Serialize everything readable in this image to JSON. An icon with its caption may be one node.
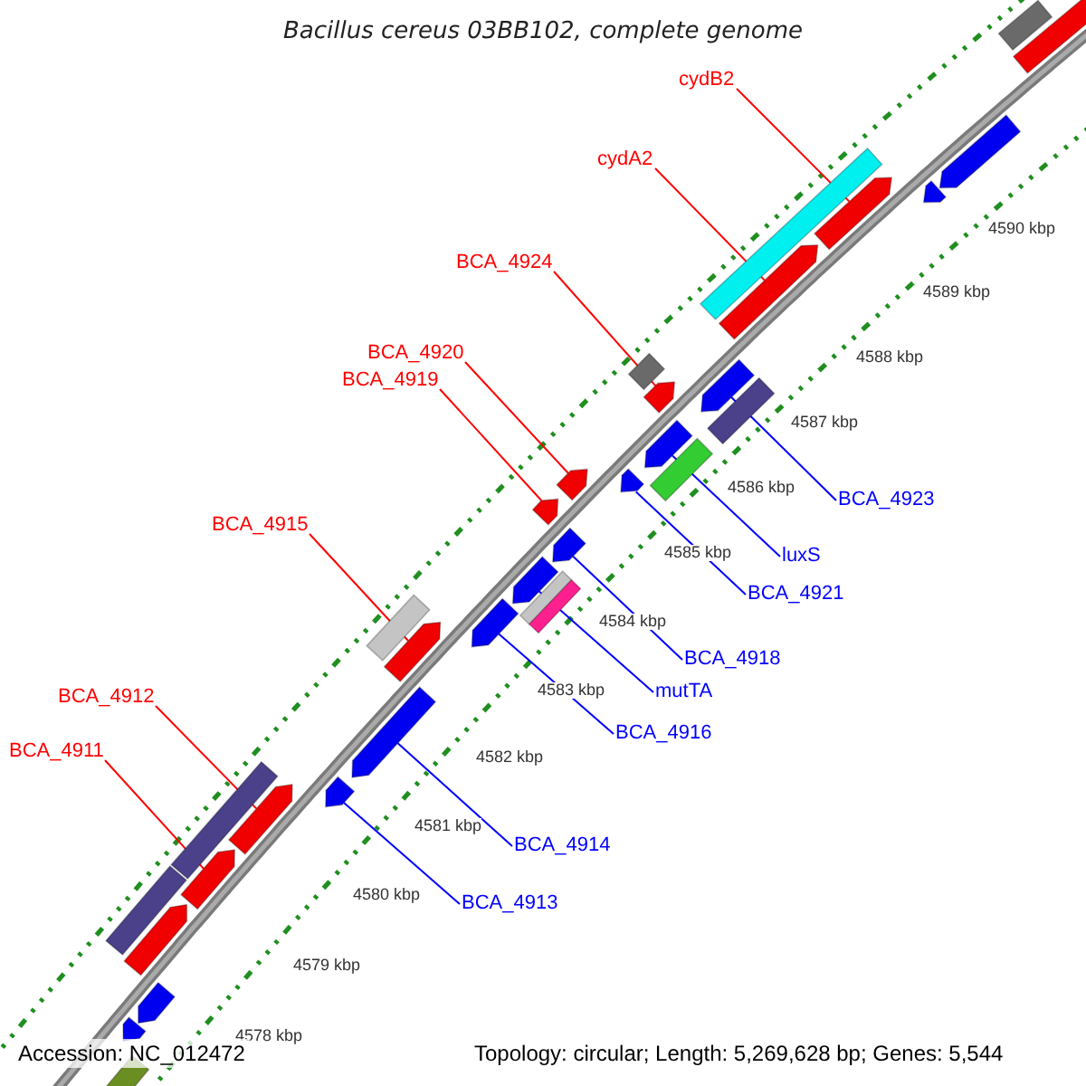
{
  "diagram": {
    "title": "Bacillus cereus 03BB102, complete genome",
    "nodes": [
      {
        "text": [
          "cydB2"
        ]
      },
      {
        "text": [
          "cydA2"
        ]
      },
      {
        "text": [
          "BCA_4924"
        ]
      },
      {
        "text": [
          "BCA_4920"
        ]
      },
      {
        "text": [
          "BCA_4919"
        ]
      },
      {
        "text": [
          "BCA_4923"
        ]
      },
      {
        "text": [
          "BCA_4915"
        ]
      },
      {
        "text": [
          "luxS"
        ]
      },
      {
        "text": [
          "BCA_4921"
        ]
      },
      {
        "text": [
          "BCA_4918"
        ]
      },
      {
        "text": [
          "mutTA"
        ]
      },
      {
        "text": [
          "BCA_4912"
        ]
      },
      {
        "text": [
          "BCA_4916"
        ]
      },
      {
        "text": [
          "BCA_4911"
        ]
      },
      {
        "text": [
          "BCA_4914"
        ]
      },
      {
        "text": [
          "BCA_4913"
        ]
      },
      {
        "text": [],
        "shape": "arrow"
      },
      {
        "text": [],
        "shape": "arrow"
      },
      {
        "text": [],
        "shape": "arrow"
      },
      {
        "text": [],
        "shape": "arrow"
      },
      {
        "text": [],
        "shape": "arrow"
      },
      {
        "text": [],
        "shape": "arrow"
      },
      {
        "text": [],
        "shape": "arrow"
      },
      {
        "text": [],
        "shape": "arrow"
      },
      {
        "text": [],
        "shape": "arrow"
      },
      {
        "text": [],
        "shape": "arrow"
      },
      {
        "text": [],
        "shape": "arrow"
      },
      {
        "text": [],
        "shape": "arrow"
      },
      {
        "text": [],
        "shape": "arrow"
      },
      {
        "text": [],
        "shape": "arrow"
      },
      {
        "text": [],
        "shape": "arrow"
      },
      {
        "text": [],
        "shape": "arrow"
      },
      {
        "text": [],
        "shape": "arrow"
      },
      {
        "text": [],
        "shape": "arrow"
      },
      {
        "text": [],
        "shape": "arrow"
      },
      {
        "text": [],
        "shape": "arrow"
      },
      {
        "text": [],
        "shape": "arrow"
      },
      {
        "text": [],
        "shape": "arrow"
      }
    ],
    "edges": [
      {
        "from": 0,
        "to": 19,
        "arrow": "none",
        "color": "#ff0000"
      },
      {
        "from": 1,
        "to": 20,
        "arrow": "none",
        "color": "#ff0000"
      },
      {
        "from": 2,
        "to": 21,
        "arrow": "none",
        "color": "#ff0000"
      },
      {
        "from": 3,
        "to": 24,
        "arrow": "none",
        "color": "#ff0000"
      },
      {
        "from": 4,
        "to": 26,
        "arrow": "none",
        "color": "#ff0000"
      },
      {
        "from": 5,
        "to": 22,
        "arrow": "none",
        "color": "#0000ff"
      },
      {
        "from": 6,
        "to": 30,
        "arrow": "none",
        "color": "#ff0000"
      },
      {
        "from": 7,
        "to": 23,
        "arrow": "none",
        "color": "#0000ff"
      },
      {
        "from": 8,
        "to": 25,
        "arrow": "none",
        "color": "#0000ff"
      },
      {
        "from": 9,
        "to": 27,
        "arrow": "none",
        "color": "#0000ff"
      },
      {
        "from": 10,
        "to": 28,
        "arrow": "none",
        "color": "#0000ff"
      },
      {
        "from": 11,
        "to": 33,
        "arrow": "none",
        "color": "#ff0000"
      },
      {
        "from": 12,
        "to": 29,
        "arrow": "none",
        "color": "#0000ff"
      },
      {
        "from": 13,
        "to": 34,
        "arrow": "none",
        "color": "#ff0000"
      },
      {
        "from": 14,
        "to": 31,
        "arrow": "none",
        "color": "#0000ff"
      },
      {
        "from": 15,
        "to": 32,
        "arrow": "none",
        "color": "#0000ff"
      }
    ],
    "labels": [
      "4590 kbp",
      "4589 kbp",
      "4588 kbp",
      "4587 kbp",
      "4586 kbp",
      "4585 kbp",
      "4584 kbp",
      "4583 kbp",
      "4582 kbp",
      "4581 kbp",
      "4580 kbp",
      "4579 kbp",
      "4578 kbp",
      "Accession: NC_012472",
      "Topology: circular; Length: 5,269,628 bp; Genes: 5,544"
    ]
  }
}
